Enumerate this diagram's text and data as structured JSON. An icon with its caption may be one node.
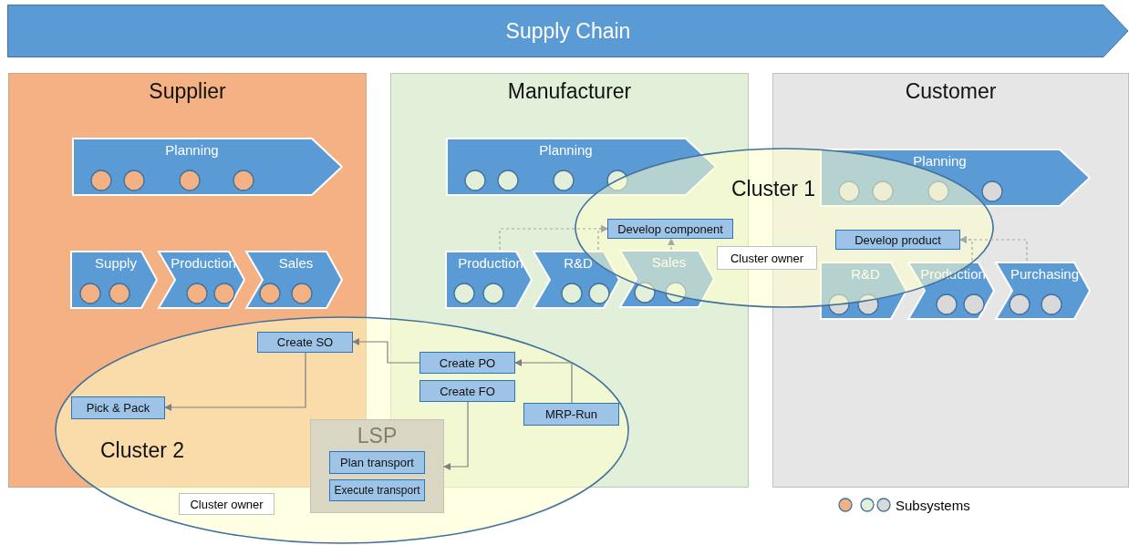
{
  "diagram": {
    "nodes": [
      {
        "text": [
          "Supply Chain"
        ]
      },
      {
        "text": [
          "Supplier"
        ]
      },
      {
        "text": [
          "Manufacturer"
        ]
      },
      {
        "text": [
          "Customer"
        ]
      },
      {
        "text": [
          "Planning"
        ],
        "in": 1
      },
      {
        "text": [
          "Supply"
        ],
        "in": 1
      },
      {
        "text": [
          "Production"
        ],
        "in": 1
      },
      {
        "text": [
          "Sales"
        ],
        "in": 1
      },
      {
        "text": [
          "Planning"
        ],
        "in": 2
      },
      {
        "text": [
          "Develop component"
        ]
      },
      {
        "text": [
          "Production"
        ],
        "in": 2
      },
      {
        "text": [
          "R&D"
        ],
        "in": 2
      },
      {
        "text": [
          "Sales"
        ]
      },
      {
        "text": [
          "Planning"
        ],
        "in": 3
      },
      {
        "text": [
          "Develop product"
        ]
      },
      {
        "text": [
          "R&D"
        ],
        "in": 3
      },
      {
        "text": [
          "Production"
        ],
        "in": 3
      },
      {
        "text": [
          "Purchasing"
        ],
        "in": 3
      },
      {
        "text": [
          "Cluster 1"
        ]
      },
      {
        "text": [
          "Cluster owner"
        ],
        "in": 18
      },
      {
        "text": [
          "Cluster 2"
        ]
      },
      {
        "text": [
          "Create SO"
        ]
      },
      {
        "text": [
          "Create PO"
        ]
      },
      {
        "text": [
          "Pick & Pack"
        ]
      },
      {
        "text": [
          "Create FO"
        ]
      },
      {
        "text": [
          "MRP-Run"
        ]
      },
      {
        "text": [
          "LSP"
        ],
        "in": 20
      },
      {
        "text": [
          "Plan transport"
        ],
        "in": 26
      },
      {
        "text": [
          "Execute transport"
        ],
        "in": 26
      },
      {
        "text": [
          "Cluster owner"
        ],
        "in": 20
      }
    ],
    "edges": [
      {
        "from": 10,
        "to": 9,
        "arrow": "to",
        "style": "dashed",
        "color": "#a6a6a6"
      },
      {
        "from": 11,
        "to": 9,
        "arrow": "to",
        "style": "dashed",
        "color": "#a6a6a6"
      },
      {
        "from": 12,
        "to": 9,
        "arrow": "to",
        "style": "dashed",
        "color": "#a6a6a6"
      },
      {
        "from": 16,
        "to": 14,
        "arrow": "to",
        "style": "dashed",
        "color": "#a6a6a6"
      },
      {
        "from": 17,
        "to": 14,
        "arrow": "to",
        "style": "dashed",
        "color": "#a6a6a6"
      },
      {
        "from": 22,
        "to": 21,
        "arrow": "to"
      },
      {
        "from": 21,
        "to": 23,
        "arrow": "to"
      },
      {
        "from": 25,
        "to": 22,
        "arrow": "to"
      },
      {
        "from": 24,
        "to": 26,
        "arrow": "to"
      }
    ],
    "legend": [
      {
        "text": "Subsystems"
      }
    ]
  }
}
